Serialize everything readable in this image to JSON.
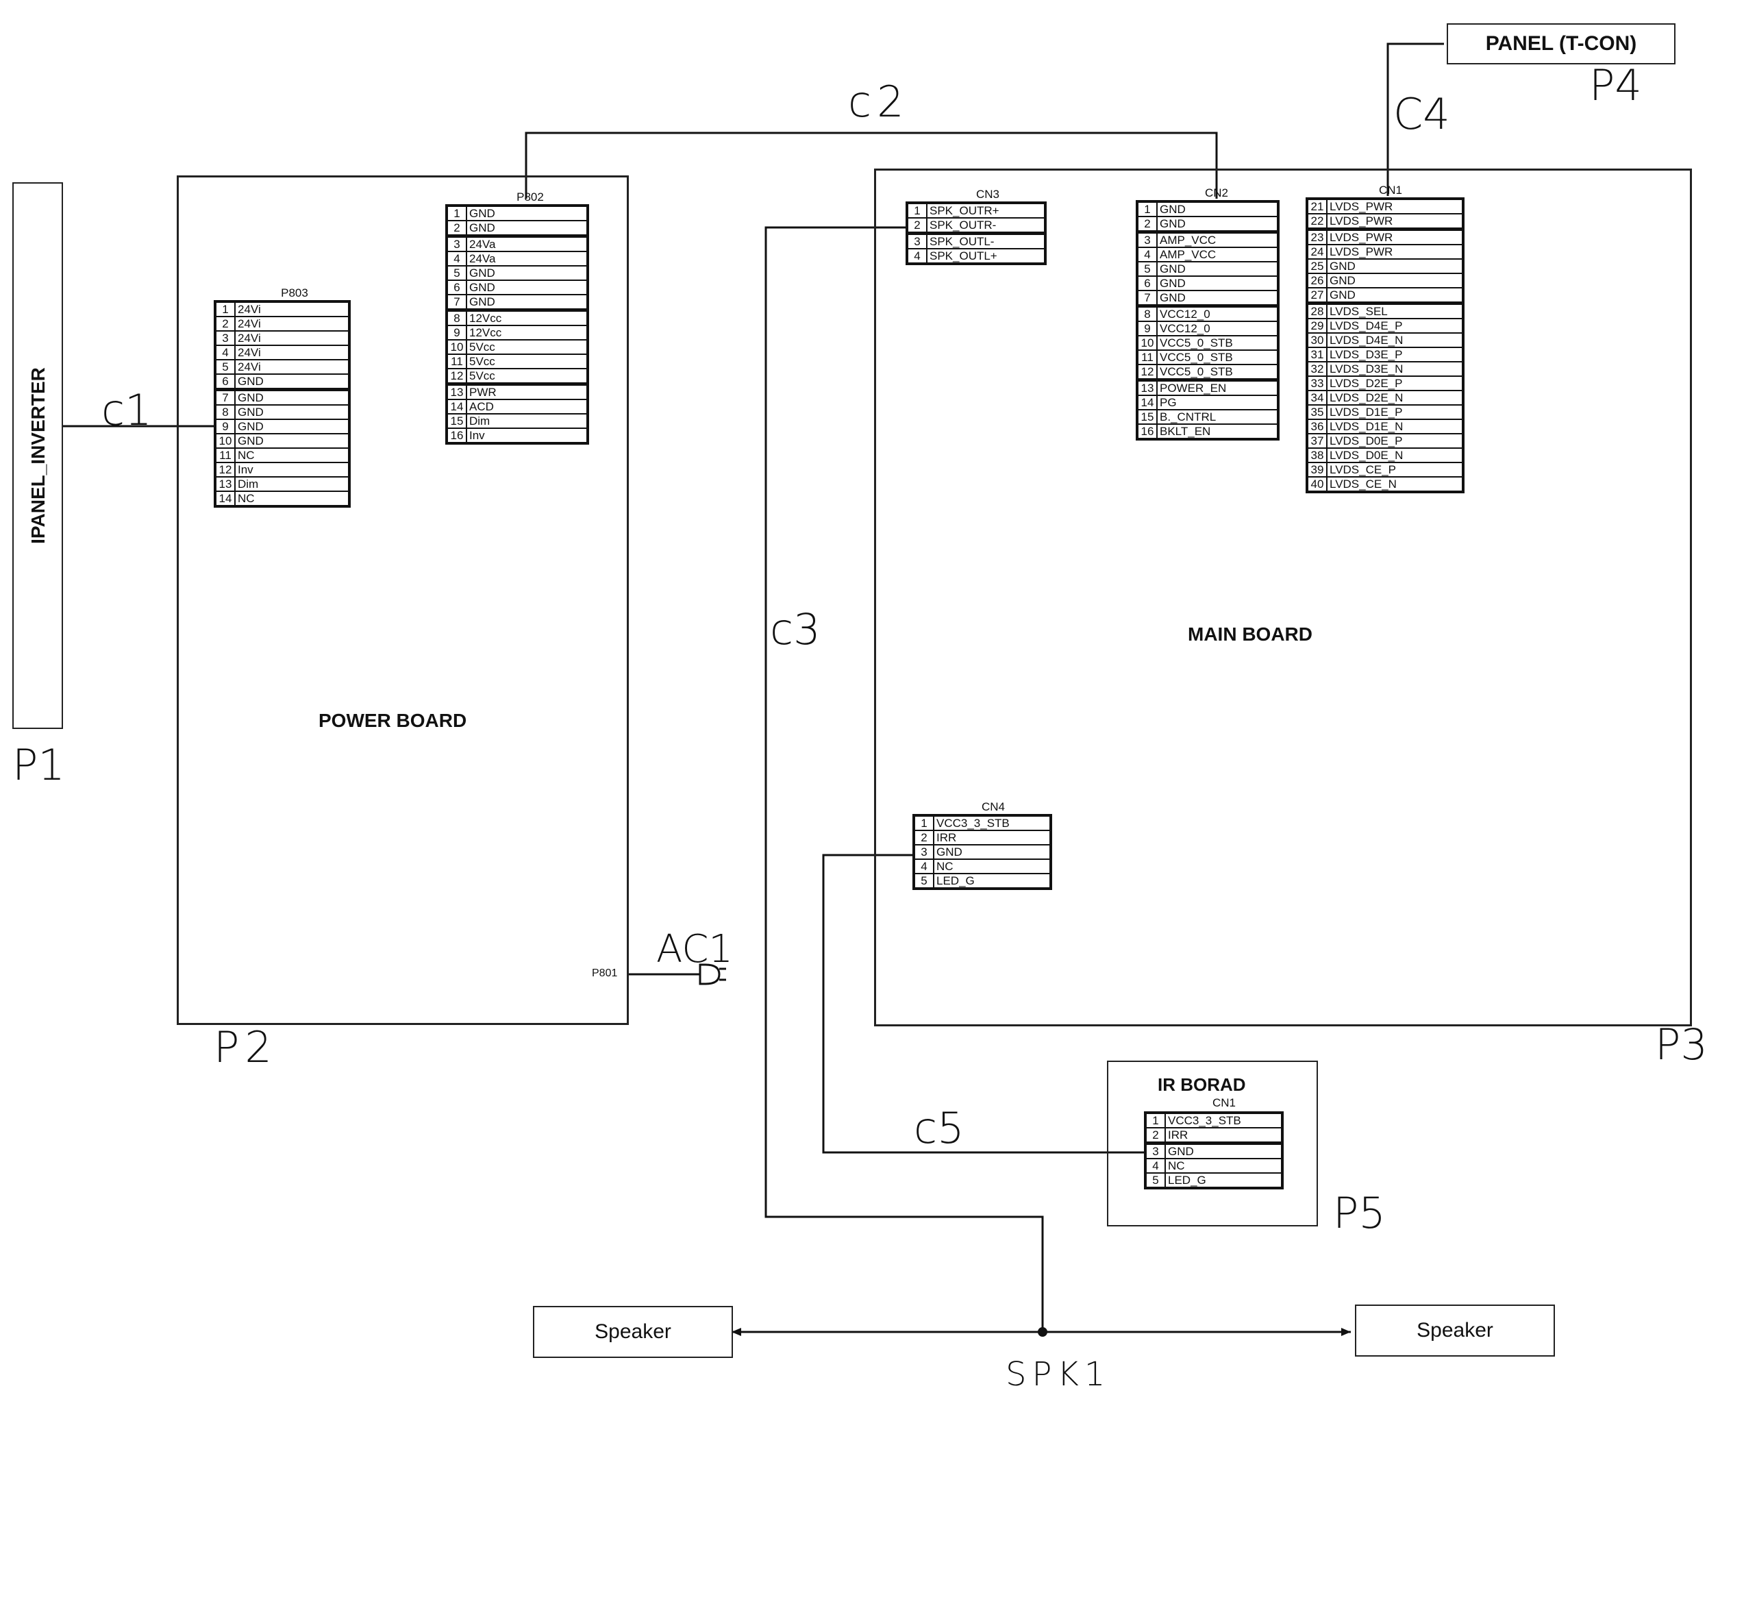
{
  "inverter": {
    "label": "IPANEL_INVERTER"
  },
  "power_board": {
    "title": "POWER BOARD",
    "p803": {
      "name": "P803",
      "pins": [
        {
          "n": "1",
          "s": "24Vi"
        },
        {
          "n": "2",
          "s": "24Vi"
        },
        {
          "n": "3",
          "s": "24Vi"
        },
        {
          "n": "4",
          "s": "24Vi"
        },
        {
          "n": "5",
          "s": "24Vi"
        },
        {
          "n": "6",
          "s": "GND"
        },
        {
          "n": "7",
          "s": "GND"
        },
        {
          "n": "8",
          "s": "GND"
        },
        {
          "n": "9",
          "s": "GND"
        },
        {
          "n": "10",
          "s": "GND"
        },
        {
          "n": "11",
          "s": "NC"
        },
        {
          "n": "12",
          "s": "Inv"
        },
        {
          "n": "13",
          "s": "Dim"
        },
        {
          "n": "14",
          "s": "NC"
        }
      ]
    },
    "p802": {
      "name": "P802",
      "pins": [
        {
          "n": "1",
          "s": "GND"
        },
        {
          "n": "2",
          "s": "GND"
        },
        {
          "n": "3",
          "s": "24Va"
        },
        {
          "n": "4",
          "s": "24Va"
        },
        {
          "n": "5",
          "s": "GND"
        },
        {
          "n": "6",
          "s": "GND"
        },
        {
          "n": "7",
          "s": "GND"
        },
        {
          "n": "8",
          "s": "12Vcc"
        },
        {
          "n": "9",
          "s": "12Vcc"
        },
        {
          "n": "10",
          "s": "5Vcc"
        },
        {
          "n": "11",
          "s": "5Vcc"
        },
        {
          "n": "12",
          "s": "5Vcc"
        },
        {
          "n": "13",
          "s": "PWR"
        },
        {
          "n": "14",
          "s": "ACD"
        },
        {
          "n": "15",
          "s": "Dim"
        },
        {
          "n": "16",
          "s": "Inv"
        }
      ]
    },
    "p801": {
      "name": "P801"
    }
  },
  "main_board": {
    "title": "MAIN BOARD",
    "cn3": {
      "name": "CN3",
      "pins": [
        {
          "n": "1",
          "s": "SPK_OUTR+"
        },
        {
          "n": "2",
          "s": "SPK_OUTR-"
        },
        {
          "n": "3",
          "s": "SPK_OUTL-"
        },
        {
          "n": "4",
          "s": "SPK_OUTL+"
        }
      ]
    },
    "cn2": {
      "name": "CN2",
      "pins": [
        {
          "n": "1",
          "s": "GND"
        },
        {
          "n": "2",
          "s": "GND"
        },
        {
          "n": "3",
          "s": "AMP_VCC"
        },
        {
          "n": "4",
          "s": "AMP_VCC"
        },
        {
          "n": "5",
          "s": "GND"
        },
        {
          "n": "6",
          "s": "GND"
        },
        {
          "n": "7",
          "s": "GND"
        },
        {
          "n": "8",
          "s": "VCC12_0"
        },
        {
          "n": "9",
          "s": "VCC12_0"
        },
        {
          "n": "10",
          "s": "VCC5_0_STB"
        },
        {
          "n": "11",
          "s": "VCC5_0_STB"
        },
        {
          "n": "12",
          "s": "VCC5_0_STB"
        },
        {
          "n": "13",
          "s": "POWER_EN"
        },
        {
          "n": "14",
          "s": "PG"
        },
        {
          "n": "15",
          "s": "B._CNTRL"
        },
        {
          "n": "16",
          "s": "BKLT_EN"
        }
      ]
    },
    "cn1": {
      "name": "CN1",
      "pins": [
        {
          "n": "21",
          "s": "LVDS_PWR"
        },
        {
          "n": "22",
          "s": "LVDS_PWR"
        },
        {
          "n": "23",
          "s": "LVDS_PWR"
        },
        {
          "n": "24",
          "s": "LVDS_PWR"
        },
        {
          "n": "25",
          "s": "GND"
        },
        {
          "n": "26",
          "s": "GND"
        },
        {
          "n": "27",
          "s": "GND"
        },
        {
          "n": "28",
          "s": "LVDS_SEL"
        },
        {
          "n": "29",
          "s": "LVDS_D4E_P"
        },
        {
          "n": "30",
          "s": "LVDS_D4E_N"
        },
        {
          "n": "31",
          "s": "LVDS_D3E_P"
        },
        {
          "n": "32",
          "s": "LVDS_D3E_N"
        },
        {
          "n": "33",
          "s": "LVDS_D2E_P"
        },
        {
          "n": "34",
          "s": "LVDS_D2E_N"
        },
        {
          "n": "35",
          "s": "LVDS_D1E_P"
        },
        {
          "n": "36",
          "s": "LVDS_D1E_N"
        },
        {
          "n": "37",
          "s": "LVDS_D0E_P"
        },
        {
          "n": "38",
          "s": "LVDS_D0E_N"
        },
        {
          "n": "39",
          "s": "LVDS_CE_P"
        },
        {
          "n": "40",
          "s": "LVDS_CE_N"
        }
      ]
    },
    "cn4": {
      "name": "CN4",
      "pins": [
        {
          "n": "1",
          "s": "VCC3_3_STB"
        },
        {
          "n": "2",
          "s": "IRR"
        },
        {
          "n": "3",
          "s": "GND"
        },
        {
          "n": "4",
          "s": "NC"
        },
        {
          "n": "5",
          "s": "LED_G"
        }
      ]
    }
  },
  "ir_board": {
    "title": "IR BORAD",
    "cn1": {
      "name": "CN1",
      "pins": [
        {
          "n": "1",
          "s": "VCC3_3_STB"
        },
        {
          "n": "2",
          "s": "IRR"
        },
        {
          "n": "3",
          "s": "GND"
        },
        {
          "n": "4",
          "s": "NC"
        },
        {
          "n": "5",
          "s": "LED_G"
        }
      ]
    }
  },
  "panel": {
    "label": "PANEL (T-CON)"
  },
  "speakers": {
    "left": "Speaker",
    "right": "Speaker"
  },
  "handwritten": {
    "c1": "c1",
    "c2": "c2",
    "c3": "c3",
    "c4": "C4",
    "c5": "c5",
    "p1": "P1",
    "p2": "P2",
    "p3": "P3",
    "p4": "P4",
    "p5": "P5",
    "ac1": "AC1",
    "spk1": "SPK1"
  }
}
